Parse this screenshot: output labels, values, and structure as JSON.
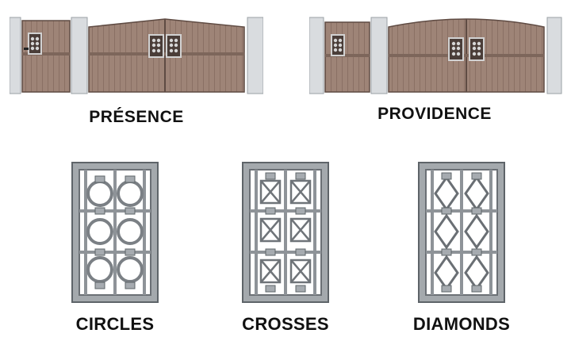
{
  "gates": [
    {
      "name": "PRÉSENCE",
      "top_shape": "flat-arch"
    },
    {
      "name": "PROVIDENCE",
      "top_shape": "rounded-arch"
    }
  ],
  "grilles": [
    {
      "name": "CIRCLES",
      "motif": "circles"
    },
    {
      "name": "CROSSES",
      "motif": "crosses"
    },
    {
      "name": "DIAMONDS",
      "motif": "diamonds"
    }
  ],
  "colors": {
    "wood": "#9e8477",
    "wood_dark": "#6f5a51",
    "pillar": "#d9dcdf",
    "metal": "#9ea3a8",
    "metal_dark": "#5e6469",
    "text": "#111111"
  }
}
